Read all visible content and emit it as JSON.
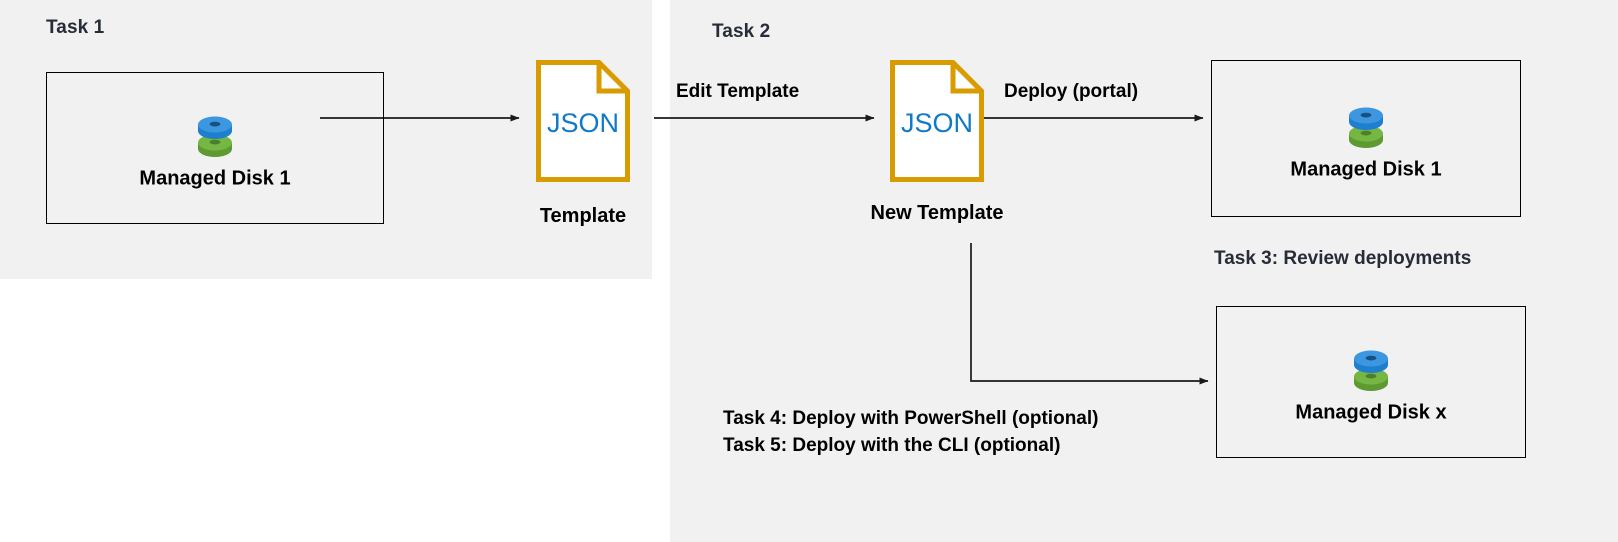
{
  "diagram": {
    "title_task1": "Task 1",
    "title_task2": "Task 2",
    "colors": {
      "panel_background": "#f1f1f1",
      "page_background": "#ffffff",
      "heading_text": "#282c38",
      "body_text": "#000000",
      "json_icon_outline": "#d89b00",
      "json_icon_text": "#0f7ac8",
      "disk_top": "#3d97e0",
      "disk_top_shade": "#1f7fcf",
      "disk_bottom": "#73b541",
      "disk_bottom_shade": "#5d9a31",
      "disk_hole": "#17527f",
      "disk_hole_green": "#4d7f26",
      "connector": "#262626",
      "box_border": "#000000"
    },
    "boxes": [
      {
        "id": "managed-disk-1-left",
        "label": "Managed Disk 1",
        "icon": "managed-disk-icon"
      },
      {
        "id": "managed-disk-1-right",
        "label": "Managed Disk 1",
        "icon": "managed-disk-icon"
      },
      {
        "id": "managed-disk-x",
        "label": "Managed Disk x",
        "icon": "managed-disk-icon"
      }
    ],
    "documents": [
      {
        "id": "template",
        "icon": "json-document-icon",
        "icon_text": "JSON",
        "caption": "Template"
      },
      {
        "id": "new-template",
        "icon": "json-document-icon",
        "icon_text": "JSON",
        "caption": "New Template"
      }
    ],
    "arrow_captions": {
      "edit_template": "Edit Template",
      "deploy_portal": "Deploy (portal)"
    },
    "notes": {
      "task3": "Task 3: Review deployments",
      "task4": "Task 4: Deploy with PowerShell (optional)",
      "task5": "Task 5: Deploy with the CLI (optional)"
    }
  }
}
